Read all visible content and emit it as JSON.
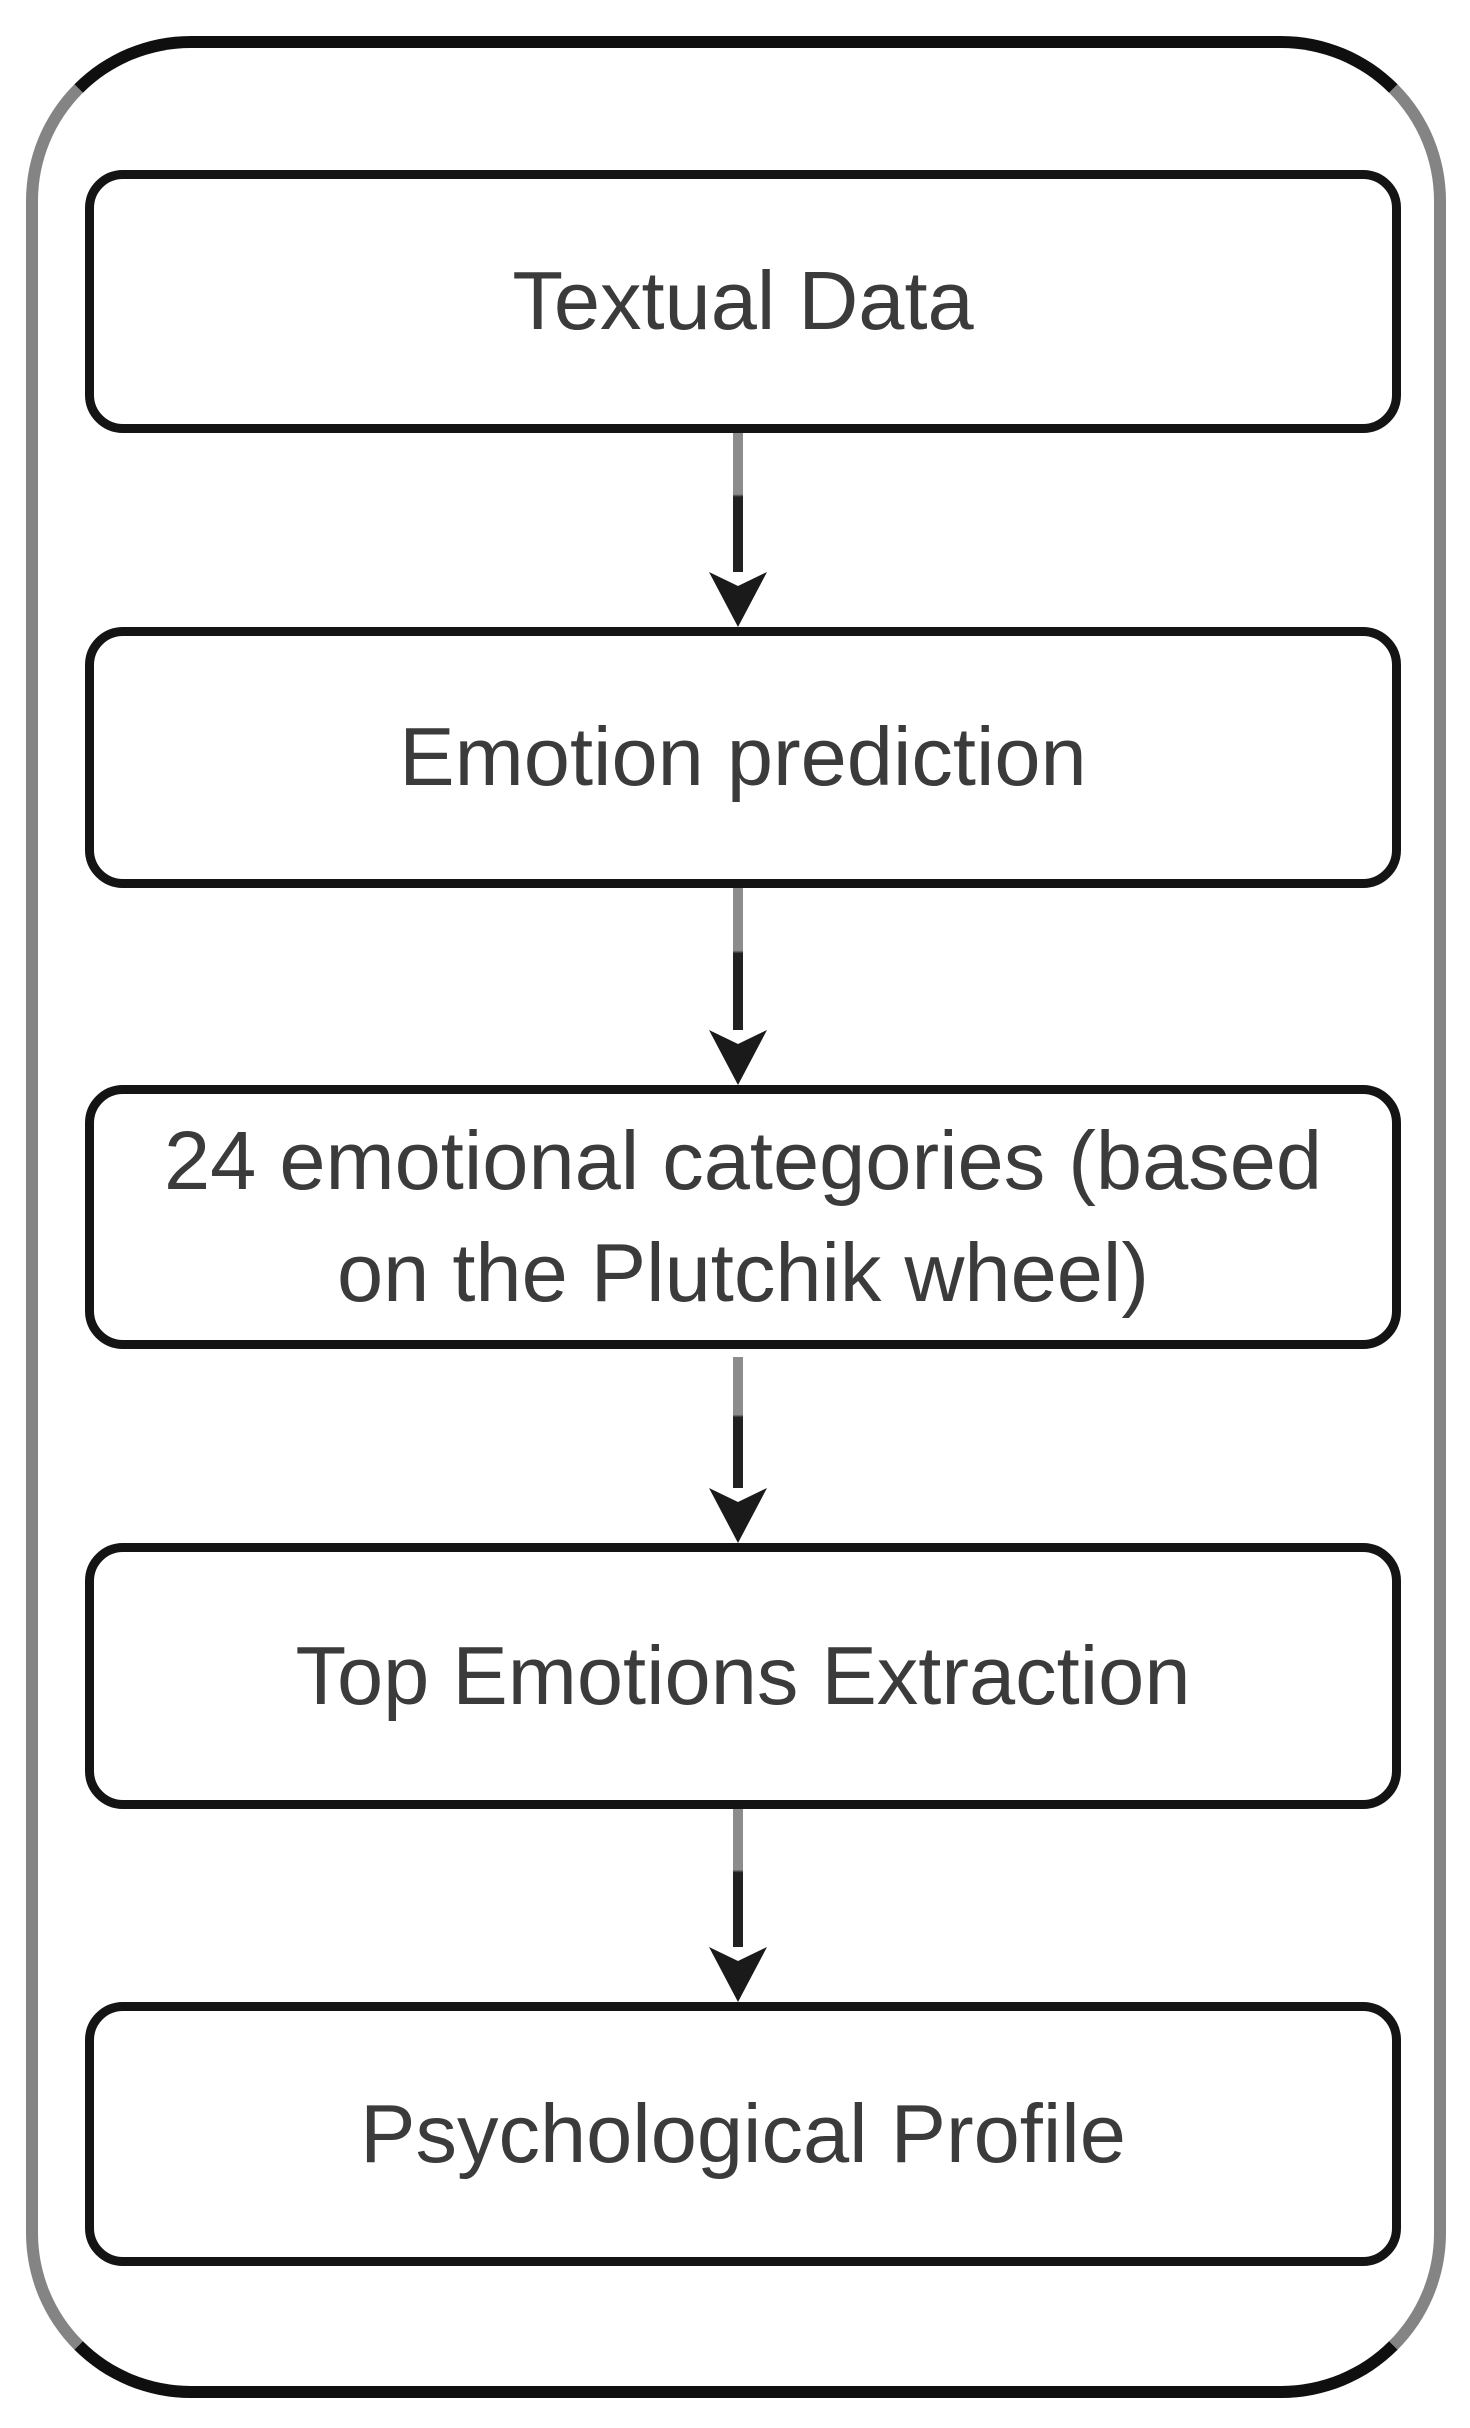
{
  "diagram": {
    "type": "flowchart",
    "direction": "top-down",
    "nodes": [
      {
        "id": "textual-data",
        "label": "Textual Data"
      },
      {
        "id": "emotion-prediction",
        "label": "Emotion prediction"
      },
      {
        "id": "emotional-categories",
        "label": "24 emotional categories (based on the Plutchik wheel)"
      },
      {
        "id": "top-emotions-extraction",
        "label": "Top Emotions Extraction"
      },
      {
        "id": "psychological-profile",
        "label": "Psychological Profile"
      }
    ],
    "edges": [
      {
        "from": "textual-data",
        "to": "emotion-prediction",
        "style": "arrow-down"
      },
      {
        "from": "emotion-prediction",
        "to": "emotional-categories",
        "style": "arrow-down"
      },
      {
        "from": "emotional-categories",
        "to": "top-emotions-extraction",
        "style": "arrow-down"
      },
      {
        "from": "top-emotions-extraction",
        "to": "psychological-profile",
        "style": "arrow-down"
      }
    ]
  },
  "colors": {
    "ink": "#0f0f0f",
    "edge-gray": "#848484",
    "node-border": "#141414",
    "text": "#3b3b3b",
    "stem-gray": "#8c8c8c",
    "stem-dark": "#212121",
    "arrow-head": "#1a1a1a",
    "paper": "#ffffff"
  }
}
